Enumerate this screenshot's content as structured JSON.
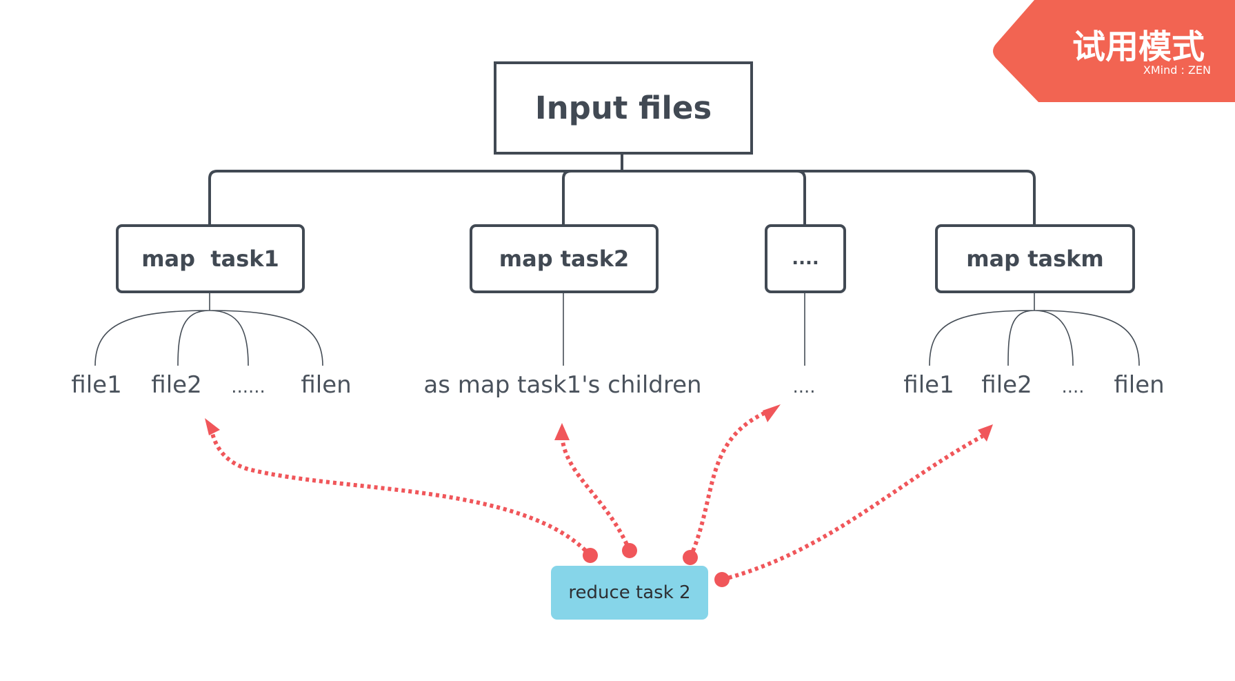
{
  "colors": {
    "node_stroke": "#414953",
    "arrow": "#f0565a",
    "reduce_fill": "#86d5e9",
    "badge": "#f26452"
  },
  "root": {
    "label": "Input files"
  },
  "branches": [
    {
      "label": "map  task1",
      "leaves": [
        "file1",
        "file2",
        "......",
        "filen"
      ]
    },
    {
      "label": "map task2",
      "leaves": [
        "as map task1's children"
      ]
    },
    {
      "label": "....",
      "leaves": [
        "...."
      ]
    },
    {
      "label": "map taskm",
      "leaves": [
        "file1",
        "file2",
        "....",
        "filen"
      ]
    }
  ],
  "reduce": {
    "label": "reduce task 2"
  },
  "trial_badge": {
    "title": "试用模式",
    "brand": "XMind : ZEN"
  }
}
